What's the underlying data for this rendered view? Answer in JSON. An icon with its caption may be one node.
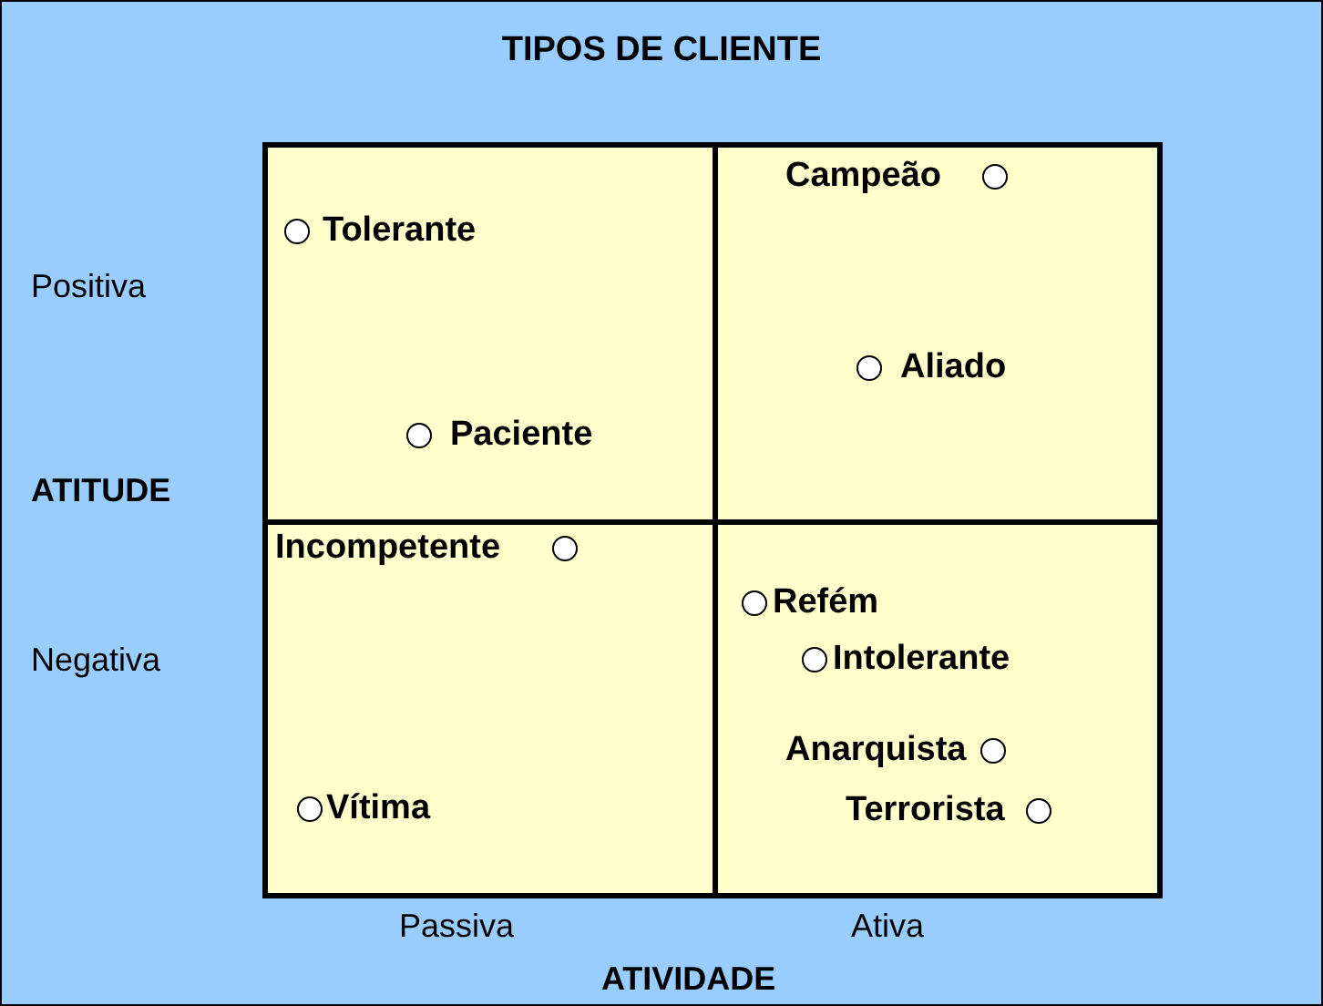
{
  "diagram": {
    "title": "TIPOS DE CLIENTE",
    "nodes": [
      {
        "text": [],
        "shape": "box"
      },
      {
        "text": [],
        "shape": "box"
      },
      {
        "text": [],
        "shape": "box"
      },
      {
        "text": [],
        "shape": "box"
      },
      {
        "text": [
          "Tolerante"
        ],
        "in": 0
      },
      {
        "text": [
          "Paciente"
        ],
        "in": 0
      },
      {
        "text": [
          "Campeão"
        ],
        "in": 1
      },
      {
        "text": [
          "Aliado"
        ],
        "in": 1
      },
      {
        "text": [
          "Incompetente"
        ],
        "in": 2
      },
      {
        "text": [
          "Vítima"
        ],
        "in": 2
      },
      {
        "text": [
          "Refém"
        ],
        "in": 3
      },
      {
        "text": [
          "Intolerante"
        ],
        "in": 3
      },
      {
        "text": [
          "Anarquista"
        ],
        "in": 3
      },
      {
        "text": [
          "Terrorista"
        ],
        "in": 3
      }
    ],
    "labels": [
      "Positiva",
      "ATITUDE",
      "Negativa",
      "Passiva",
      "Ativa",
      "ATIVIDADE"
    ]
  }
}
